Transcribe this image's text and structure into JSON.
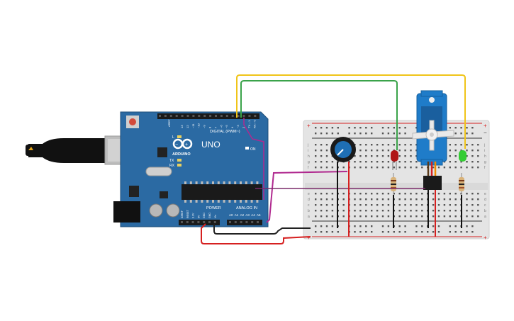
{
  "board": {
    "brand": "UNO",
    "maker": "ARDUINO",
    "digital_header": "DIGITAL (PWM~)",
    "power_header": "POWER",
    "analog_header": "ANALOG IN",
    "on_label": "ON",
    "led_l": "L",
    "led_tx": "TX",
    "led_rx": "RX",
    "aref": "AREF",
    "gnd": "GND",
    "digital_pins": [
      "13",
      "12",
      "~11",
      "~10",
      "~9",
      "8",
      "7",
      "~6",
      "~5",
      "4",
      "~3",
      "2",
      "TX→1",
      "RX←0"
    ],
    "power_pins": [
      "IOREF",
      "RESET",
      "3.3V",
      "5V",
      "GND",
      "GND",
      "Vin"
    ],
    "analog_pins": [
      "A0",
      "A1",
      "A2",
      "A3",
      "A4",
      "A5"
    ]
  },
  "breadboard": {
    "plus_label": "+",
    "minus_label": "−",
    "row_letters_top": [
      "j",
      "i",
      "h",
      "g",
      "f"
    ],
    "row_letters_bottom": [
      "e",
      "d",
      "c",
      "b",
      "a"
    ]
  },
  "components": {
    "potentiometer": "potentiometer",
    "red_led": "red LED",
    "green_led": "green LED",
    "servo": "servo motor",
    "resistors": "resistor"
  },
  "colors": {
    "board": "#2b6aa3",
    "board_dark": "#1f4f7a",
    "breadboard": "#e6e6e6",
    "wire_yellow": "#f0c419",
    "wire_green": "#3aa34a",
    "wire_magenta": "#b0298f",
    "wire_black": "#222222",
    "wire_red": "#d62020",
    "servo_blue": "#1f7cc9",
    "led_red": "#c0191a",
    "led_green": "#33cc33"
  }
}
